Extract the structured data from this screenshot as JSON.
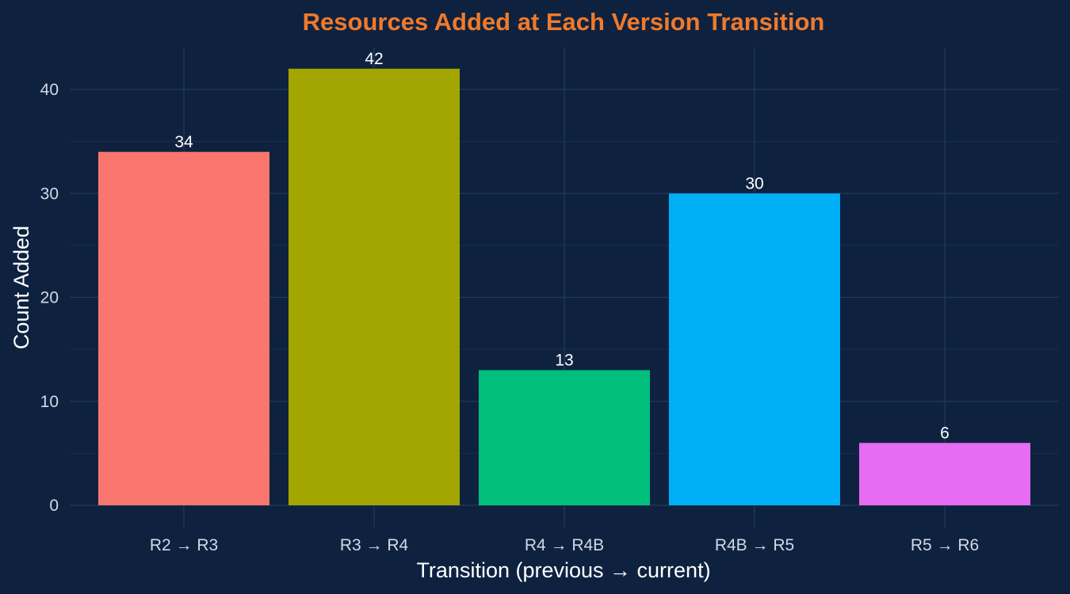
{
  "chart_data": {
    "type": "bar",
    "title": "Resources Added at Each Version Transition",
    "xlabel": "Transition (previous → current)",
    "ylabel": "Count Added",
    "categories": [
      "R2 → R3",
      "R3 → R4",
      "R4 → R4B",
      "R4B → R5",
      "R5 → R6"
    ],
    "values": [
      34,
      42,
      13,
      30,
      6
    ],
    "data_labels": [
      "34",
      "42",
      "13",
      "30",
      "6"
    ],
    "bar_colors": [
      "#F8766D",
      "#A3A500",
      "#00BF7D",
      "#00B0F6",
      "#E76BF3"
    ],
    "ylim": [
      0,
      44
    ],
    "yticks": [
      0,
      10,
      20,
      30,
      40
    ],
    "ytick_labels": [
      "0",
      "10",
      "20",
      "30",
      "40"
    ],
    "grid": true,
    "legend": "none"
  },
  "colors": {
    "background": "#0e2240",
    "title": "#f07a2a",
    "text": "#ffffff",
    "tick_text": "#d2d9e4",
    "grid_major": "#24395a",
    "grid_minor": "#1a2e4f"
  }
}
